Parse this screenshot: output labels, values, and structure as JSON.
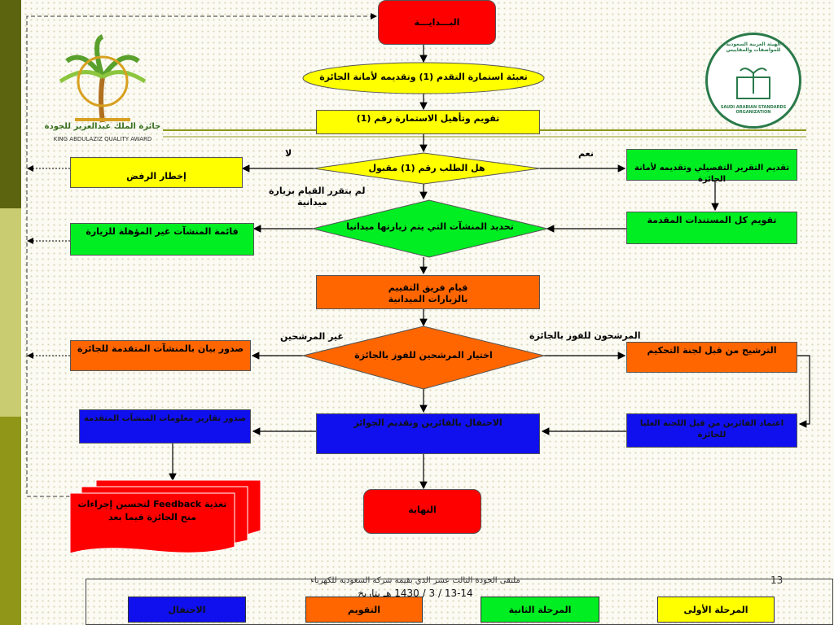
{
  "colors": {
    "start_end": "#ff0000",
    "phase1": "#ffff00",
    "phase2": "#00ee22",
    "evaluation": "#ff6600",
    "celebration": "#1010ee"
  },
  "logos": {
    "left": {
      "title_ar": "جائزة الملك عبدالعزيز للجودة",
      "title_en": "KING ABDULAZIZ QUALITY AWARD"
    },
    "right": {
      "ring_ar": "الهيئة العربية السعودية للمواصفات والمقاييس",
      "ring_en": "SAUDI ARABIAN STANDARDS ORGANIZATION"
    }
  },
  "flow": {
    "start": "البـــدايـــة",
    "form_fill": "تعبئة استمارة التقدم (1)  وتقديمه لأمانة الجائزة",
    "evaluate_form": "تقويم وتأهيل الاستمارة رقم (1)",
    "accepted_question": "هل الطلب رقم (1) مقبول",
    "no_label": "لا",
    "yes_label": "نعم",
    "reject_notice": "إخطار الرفض",
    "detailed_report": "تقديم التقرير التفصيلي وتقديمه لأمانة الجائزة",
    "evaluate_docs": "تقويم كل المستندات المقدمة",
    "no_visit_label_line1": "لم يتقرر القيام بزيارة",
    "no_visit_label_line2": "ميدانية",
    "select_visits": "تحديد المنشآت  التي يتم زيارتها ميدانيا",
    "unqualified_list": "قائمة المنشآت غير المؤهلة للزيارة",
    "team_visits_line1": "قيام فريق التقييم",
    "team_visits_line2": "بالزيارات الميدانية",
    "non_candidates_label": "غير المرشحين",
    "candidates_label": "المرشحون للفوز بالجائزة",
    "select_candidates": "اختيار المرشحين للفوز بالجائزة",
    "statement_applicants": "صدور بيان بالمنشآت المتقدمة للجائزة",
    "jury_nomination": "الترشيح من قبل لجنة التحكيم",
    "approval_winners": "اعتماد الفائزين من قبل اللجنة العليا للجائزة",
    "celebration_awards": "الاحتفال بالفائزين          وتقديم الجوائز",
    "info_reports": "صدور تقارير معلومات المنشآت المتقدمة",
    "feedback_line1": "تغذية Feedback        لتحسين إجراءات",
    "feedback_line2": "منح الجائزة فيما بعد",
    "end": "النهاية"
  },
  "footer": {
    "event_line1": "ملتقى الجودة الثالث عشر الذي بقيمة شركة السعودية للكهرباء",
    "event_line2": "13-14 / 3 / 1430 هـ بتاريخ",
    "page_number": "13",
    "legend": [
      {
        "label": "المرحلة الأولى",
        "color": "#ffff00"
      },
      {
        "label": "المرحلة الثانية",
        "color": "#00ee22"
      },
      {
        "label": "التقويم",
        "color": "#ff6600"
      },
      {
        "label": "الاحتفال",
        "color": "#1010ee"
      }
    ]
  }
}
